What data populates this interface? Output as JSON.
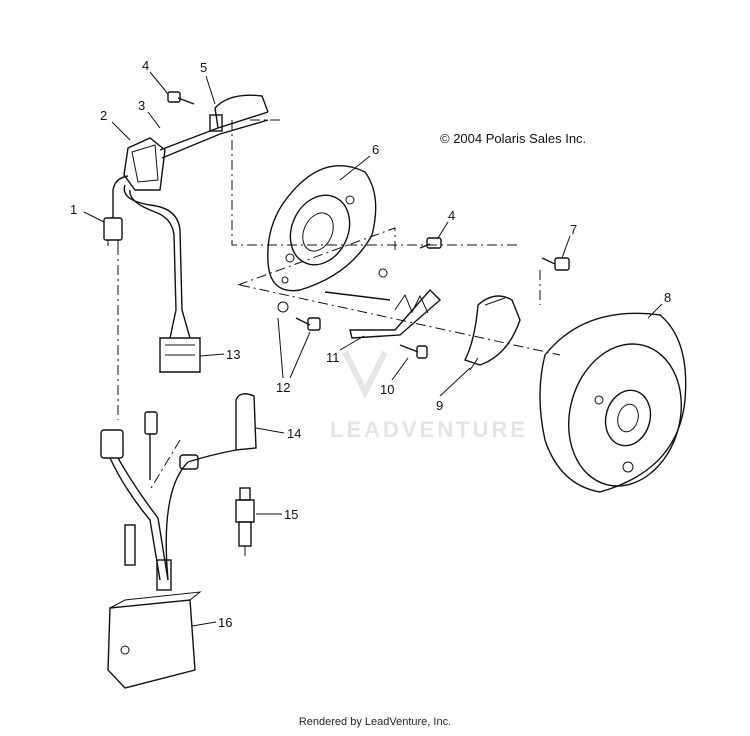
{
  "copyright": "© 2004 Polaris Sales Inc.",
  "watermark": "LEADVENTURE",
  "footer": "Rendered by LeadVenture, Inc.",
  "callouts": {
    "c1": "1",
    "c2": "2",
    "c3": "3",
    "c4a": "4",
    "c4b": "4",
    "c5": "5",
    "c6": "6",
    "c7": "7",
    "c8": "8",
    "c9": "9",
    "c10": "10",
    "c11": "11",
    "c12": "12",
    "c13": "13",
    "c14": "14",
    "c15": "15",
    "c16": "16"
  }
}
